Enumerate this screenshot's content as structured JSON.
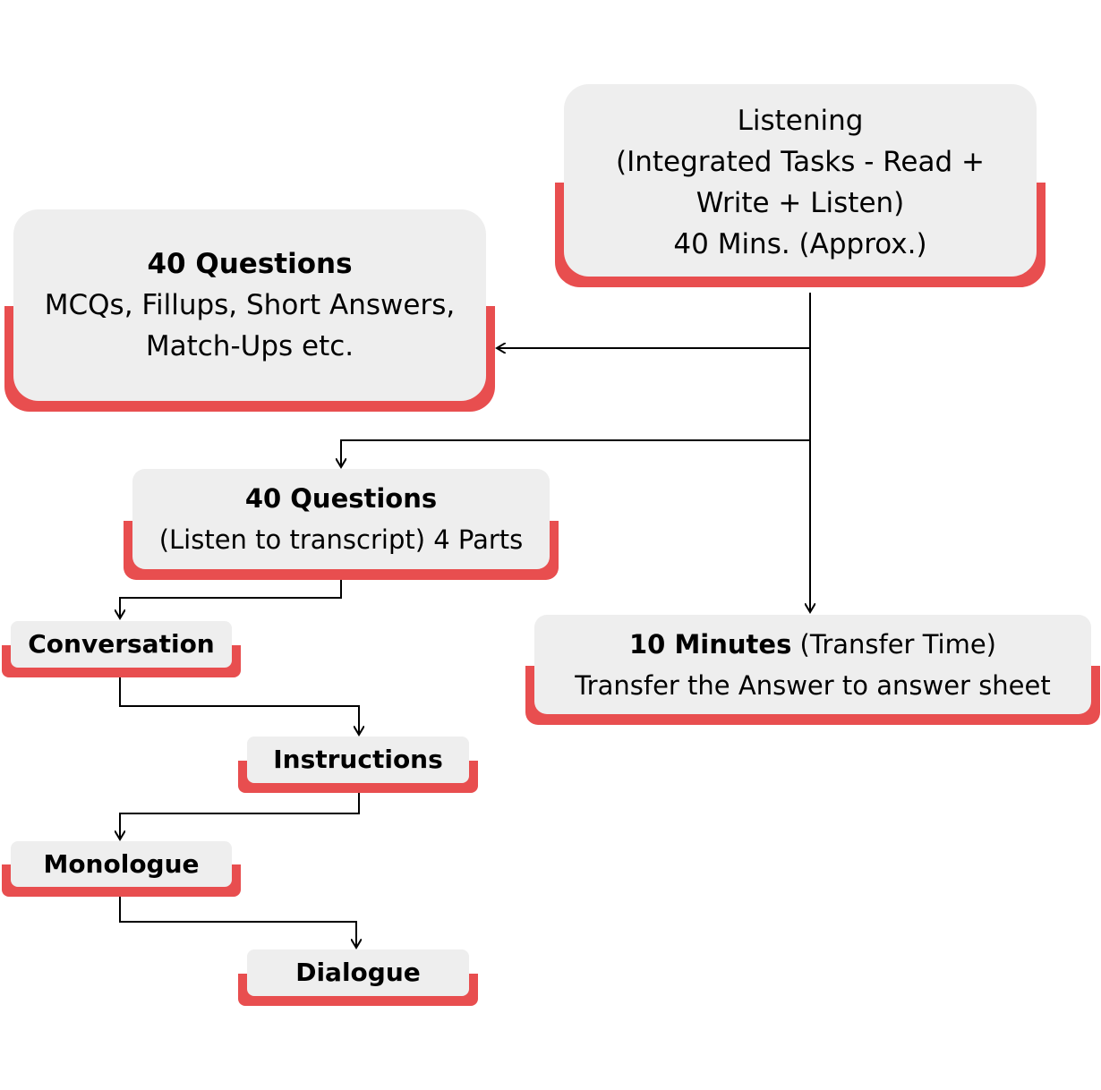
{
  "nodes": {
    "listening": {
      "lines": [
        "Listening",
        "(Integrated Tasks - Read +",
        "Write + Listen)",
        "40 Mins. (Approx.)"
      ]
    },
    "questions_main": {
      "title": "40 Questions",
      "lines": [
        "MCQs, Fillups, Short Answers,",
        "Match-Ups etc."
      ]
    },
    "questions_parts": {
      "title": "40 Questions",
      "line": "(Listen to transcript) 4 Parts"
    },
    "transfer": {
      "title": "10 Minutes",
      "title_suffix": " (Transfer Time)",
      "line": "Transfer the Answer to answer sheet"
    },
    "conversation": {
      "label": "Conversation"
    },
    "instructions": {
      "label": "Instructions"
    },
    "monologue": {
      "label": "Monologue"
    },
    "dialogue": {
      "label": "Dialogue"
    }
  },
  "colors": {
    "card": "#eeeeee",
    "accent": "#e84e4f",
    "connector": "#000000"
  }
}
